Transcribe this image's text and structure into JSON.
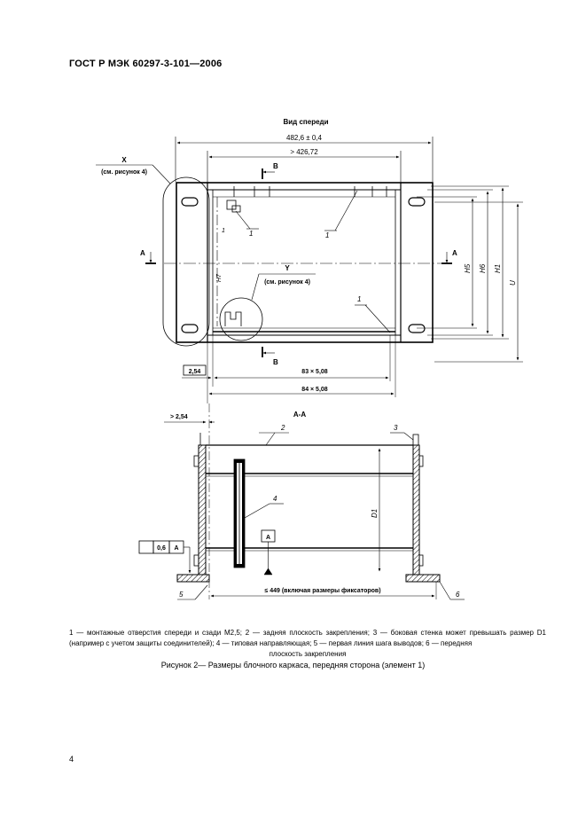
{
  "header": {
    "title": "ГОСТ Р МЭК 60297-3-101—2006"
  },
  "drawing": {
    "front_view": {
      "view_title": "Вид спереди",
      "dim_overall_width": "482,6 ± 0,4",
      "dim_inner_width": "> 426,72",
      "detail_x": {
        "letter": "X",
        "ref": "(см. рисунок 4)"
      },
      "detail_y": {
        "letter": "Y",
        "ref": "(см. рисунок 4)"
      },
      "section_a": "A",
      "section_b": "B",
      "leader_1": "1",
      "dim_h5": "H5",
      "dim_h6": "H6",
      "dim_h1": "H1",
      "dim_u": "U",
      "dim_h7": "H7",
      "pitch_first": "2,54",
      "pitch_83": "83 × 5,08",
      "pitch_84": "84 × 5,08"
    },
    "section_view": {
      "title": "A-A",
      "dim_offset": "> 2,54",
      "leader_2": "2",
      "leader_3": "3",
      "leader_4": "4",
      "leader_5": "5",
      "leader_6": "6",
      "dim_d1": "D1",
      "datum_a": "A",
      "tolerance_value": "0,6",
      "tolerance_datum": "A",
      "dim_depth": "≤ 449 (включая размеры фиксаторов)"
    }
  },
  "legend": {
    "text": "1 — монтажные отверстия спереди и сзади M2,5; 2 — задняя плоскость закрепления; 3 — боковая стенка может превышать размер D1 (например с учетом защиты соединителей); 4 — типовая направляющая; 5 — первая линия шага выводов; 6 — передняя",
    "tail": "плоскость закрепления"
  },
  "caption": "Рисунок 2— Размеры блочного каркаса, передняя сторона (элемент 1)",
  "page_number": "4"
}
